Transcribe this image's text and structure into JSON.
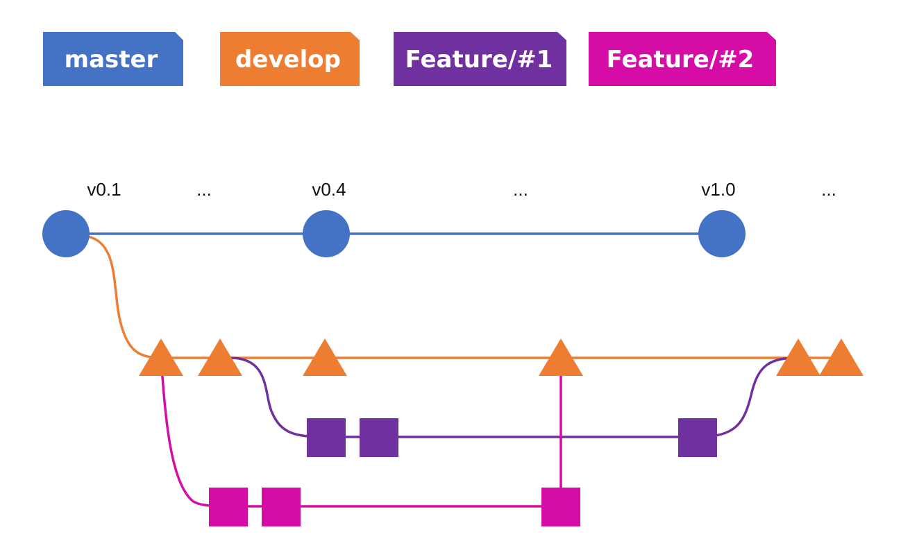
{
  "colors": {
    "master": "#4472c4",
    "develop": "#ed7d31",
    "feature1": "#7030a0",
    "feature2": "#d60ca6"
  },
  "legend": [
    {
      "key": "master",
      "label": "master"
    },
    {
      "key": "develop",
      "label": "develop"
    },
    {
      "key": "feature1",
      "label": "Feature/#1"
    },
    {
      "key": "feature2",
      "label": "Feature/#2"
    }
  ],
  "tags": [
    "v0.1",
    "...",
    "v0.4",
    "...",
    "v1.0",
    "..."
  ],
  "branches": {
    "master": {
      "commit_count": 3,
      "marker": "circle"
    },
    "develop": {
      "commit_count": 6,
      "marker": "triangle"
    },
    "feature1": {
      "commit_count": 3,
      "marker": "square"
    },
    "feature2": {
      "commit_count": 3,
      "marker": "square"
    }
  }
}
